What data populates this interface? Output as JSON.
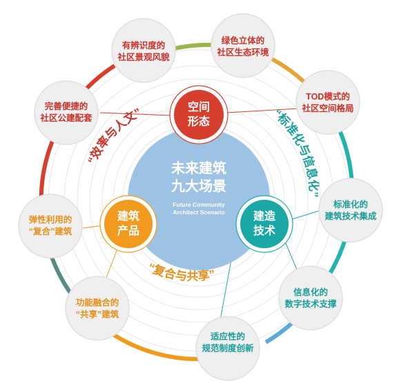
{
  "colors": {
    "background": "#ffffff",
    "center_fill": "#9cc3e4",
    "red": "#d63e2e",
    "orange": "#f29a1f",
    "teal": "#1aa8a6",
    "ring_gray": "#e8e8e8",
    "bubble_fill": "#efefef",
    "bubble_stroke": "#dddddd",
    "red_text": "#c8332a",
    "orange_text": "#e3901b",
    "teal_text": "#1b9d9a"
  },
  "center": {
    "title_line1": "未来建筑",
    "title_line2": "九大场景",
    "subtitle_line1": "Future Community",
    "subtitle_line2": "Architect Scenario"
  },
  "hubs": [
    {
      "id": "space",
      "line1": "空间",
      "line2": "形态",
      "color": "red"
    },
    {
      "id": "product",
      "line1": "建筑",
      "line2": "产品",
      "color": "orange"
    },
    {
      "id": "tech",
      "line1": "建造",
      "line2": "技术",
      "color": "teal"
    }
  ],
  "arc_labels": {
    "space": "“效率与人文”",
    "tech": "“标准化与信息化”",
    "product": "“复合与共享”"
  },
  "satellites": [
    {
      "id": "landscape",
      "line1": "有辨识度的",
      "line2": "社区景观风貌",
      "color": "red_text"
    },
    {
      "id": "eco",
      "line1": "绿色立体的",
      "line2": "社区生态环境",
      "color": "red_text"
    },
    {
      "id": "tod",
      "line1": "TOD模式的",
      "line2": "社区空间格局",
      "color": "red_text"
    },
    {
      "id": "standard",
      "line1": "标准化的",
      "line2": "建筑技术集成",
      "color": "teal_text"
    },
    {
      "id": "digital",
      "line1": "信息化的",
      "line2": "数字技术支撑",
      "color": "teal_text"
    },
    {
      "id": "regulation",
      "line1": "适应性的",
      "line2": "规范制度创新",
      "color": "teal_text"
    },
    {
      "id": "shared",
      "line1": "功能融合的",
      "line2": "“共享”建筑",
      "color": "orange_text"
    },
    {
      "id": "composite",
      "line1": "弹性利用的",
      "line2": "“复合”建筑",
      "color": "orange_text"
    },
    {
      "id": "facility",
      "line1": "完善便捷的",
      "line2": "社区公建配套",
      "color": "red_text"
    }
  ]
}
